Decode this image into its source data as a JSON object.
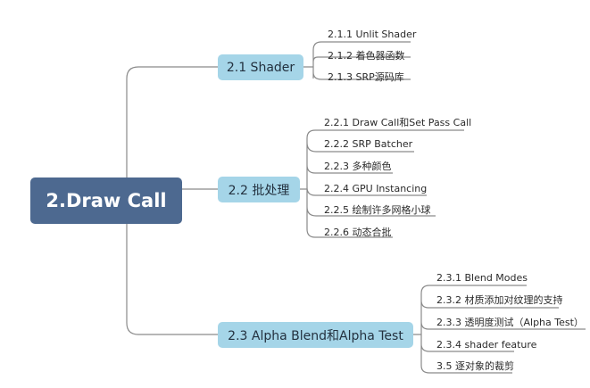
{
  "root": {
    "label": "2.Draw Call"
  },
  "branches": [
    {
      "label": "2.1 Shader",
      "children": [
        "2.1.1 Unlit Shader",
        "2.1.2 着色器函数",
        "2.1.3 SRP源码库"
      ]
    },
    {
      "label": "2.2 批处理",
      "children": [
        "2.2.1 Draw Call和Set Pass Call",
        "2.2.2 SRP  Batcher",
        "2.2.3 多种颜色",
        "2.2.4 GPU Instancing",
        "2.2.5 绘制许多网格小球",
        "2.2.6 动态合批"
      ]
    },
    {
      "label": "2.3 Alpha Blend和Alpha Test",
      "children": [
        "2.3.1 Blend Modes",
        "2.3.2 材质添加对纹理的支持",
        "2.3.3 透明度测试（Alpha Test）",
        "2.3.4 shader  feature",
        "3.5 逐对象的裁剪"
      ]
    }
  ],
  "colors": {
    "root_fill": "#4d6990",
    "branch_fill": "#a5d5e8",
    "connector": "#8a8a8a"
  }
}
